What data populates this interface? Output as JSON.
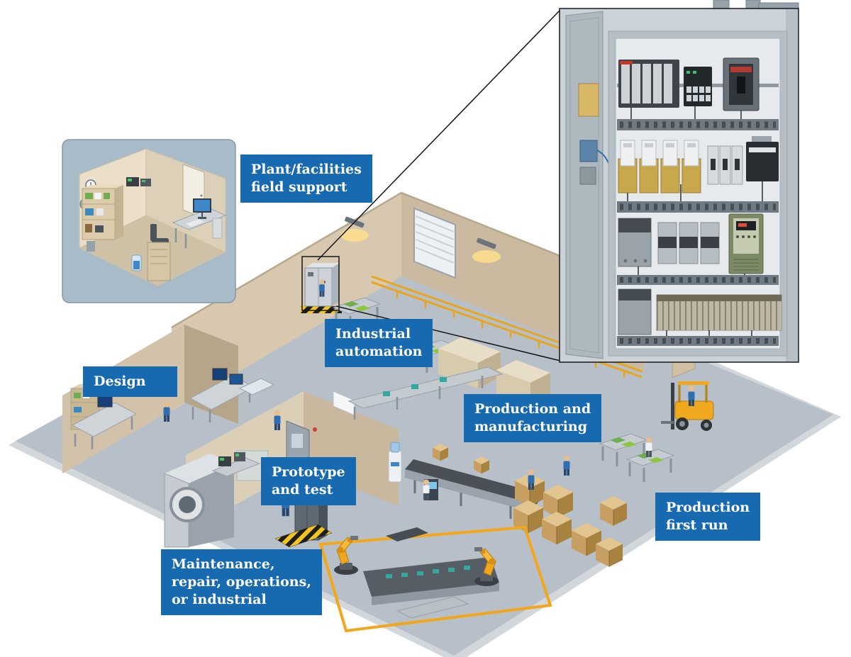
{
  "labels": {
    "plant_field_support": "Plant/facilities\nfield support",
    "industrial_automation": "Industrial\nautomation",
    "design": "Design",
    "prototype_and_test": "Prototype\nand test",
    "production_and_manufacturing": "Production and\nmanufacturing",
    "production_first_run": "Production\nfirst run",
    "maintenance_repair": "Maintenance,\nrepair, operations,\nor industrial"
  },
  "colors": {
    "label_background": "#1769b0",
    "label_text": "#ffffff",
    "floor": "#b7bfc8",
    "walls": "#d8c8b0",
    "safety_yellow": "#f2a71b",
    "inset_background": "#a7bbc8",
    "cabinet_panel": "#cbd3d8"
  }
}
